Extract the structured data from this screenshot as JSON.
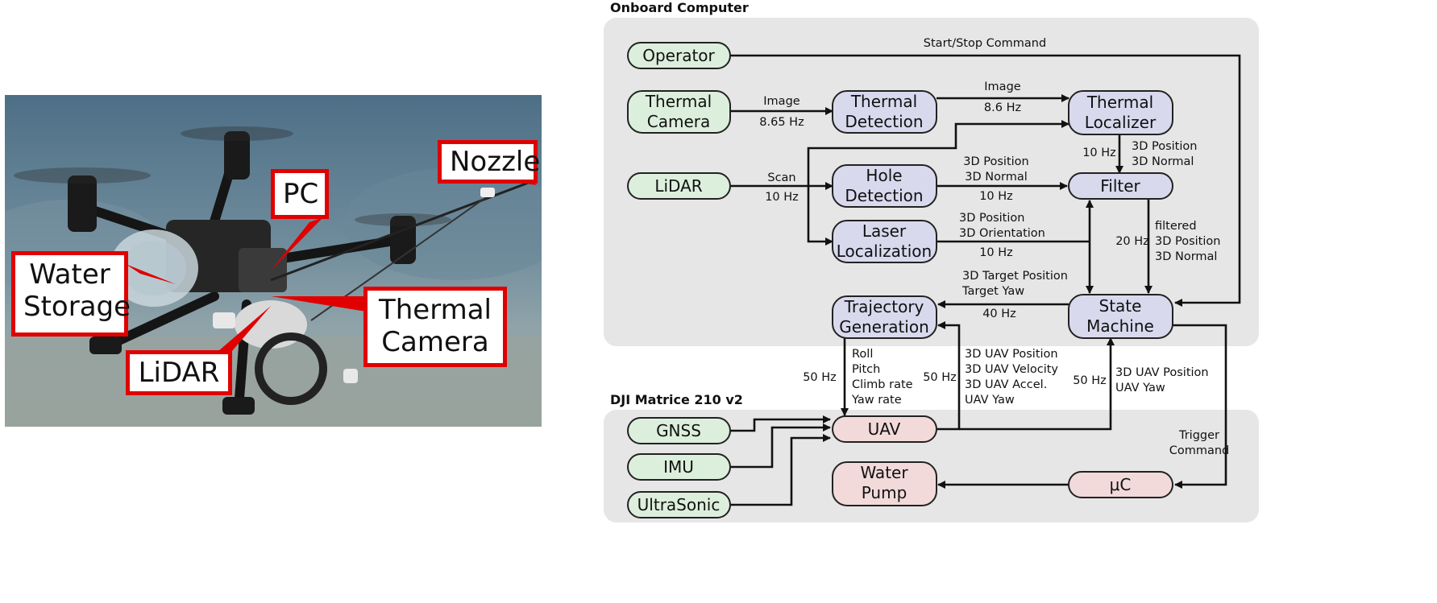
{
  "photo": {
    "labels": {
      "nozzle": "Nozzle",
      "pc": "PC",
      "water_storage": "Water\nStorage",
      "thermal_camera": "Thermal\nCamera",
      "lidar": "LiDAR"
    }
  },
  "diagram": {
    "groups": {
      "onboard": "Onboard Computer",
      "dji": "DJI Matrice 210 v2"
    },
    "nodes": {
      "operator": [
        "Operator"
      ],
      "thermal_camera": [
        "Thermal",
        "Camera"
      ],
      "lidar": [
        "LiDAR"
      ],
      "thermal_detection": [
        "Thermal",
        "Detection"
      ],
      "hole_detection": [
        "Hole",
        "Detection"
      ],
      "laser_localization": [
        "Laser",
        "Localization"
      ],
      "trajectory_generation": [
        "Trajectory",
        "Generation"
      ],
      "thermal_localizer": [
        "Thermal",
        "Localizer"
      ],
      "filter": [
        "Filter"
      ],
      "state_machine": [
        "State",
        "Machine"
      ],
      "gnss": [
        "GNSS"
      ],
      "imu": [
        "IMU"
      ],
      "ultrasonic": [
        "UltraSonic"
      ],
      "uav": [
        "UAV"
      ],
      "water_pump": [
        "Water",
        "Pump"
      ],
      "uc": [
        "μC"
      ]
    },
    "edge_labels": {
      "start_stop": [
        "Start/Stop Command"
      ],
      "tc_image": [
        "Image"
      ],
      "tc_rate": [
        "8.65 Hz"
      ],
      "td_image": [
        "Image"
      ],
      "td_rate": [
        "8.6 Hz"
      ],
      "lidar_scan": [
        "Scan"
      ],
      "lidar_rate": [
        "10 Hz"
      ],
      "hole_out": [
        "3D Position",
        "3D Normal"
      ],
      "hole_rate": [
        "10 Hz"
      ],
      "laser_out": [
        "3D Position",
        "3D Orientation"
      ],
      "laser_rate": [
        "10 Hz"
      ],
      "tl_rate": [
        "10 Hz"
      ],
      "tl_out": [
        "3D Position",
        "3D Normal"
      ],
      "filter_rate": [
        "20 Hz"
      ],
      "filter_out": [
        "filtered",
        "3D Position",
        "3D Normal"
      ],
      "sm_out": [
        "3D Target Position",
        "Target Yaw"
      ],
      "sm_rate": [
        "40 Hz"
      ],
      "tg_rate": [
        "50 Hz"
      ],
      "tg_out": [
        "Roll",
        "Pitch",
        "Climb rate",
        "Yaw rate"
      ],
      "uav_tg_rate": [
        "50 Hz"
      ],
      "uav_tg_out": [
        "3D UAV Position",
        "3D UAV Velocity",
        "3D UAV Accel.",
        "UAV Yaw"
      ],
      "uav_sm_rate": [
        "50 Hz"
      ],
      "uav_sm_out": [
        "3D UAV Position",
        "UAV Yaw"
      ],
      "trigger": [
        "Trigger",
        "Command"
      ]
    }
  }
}
